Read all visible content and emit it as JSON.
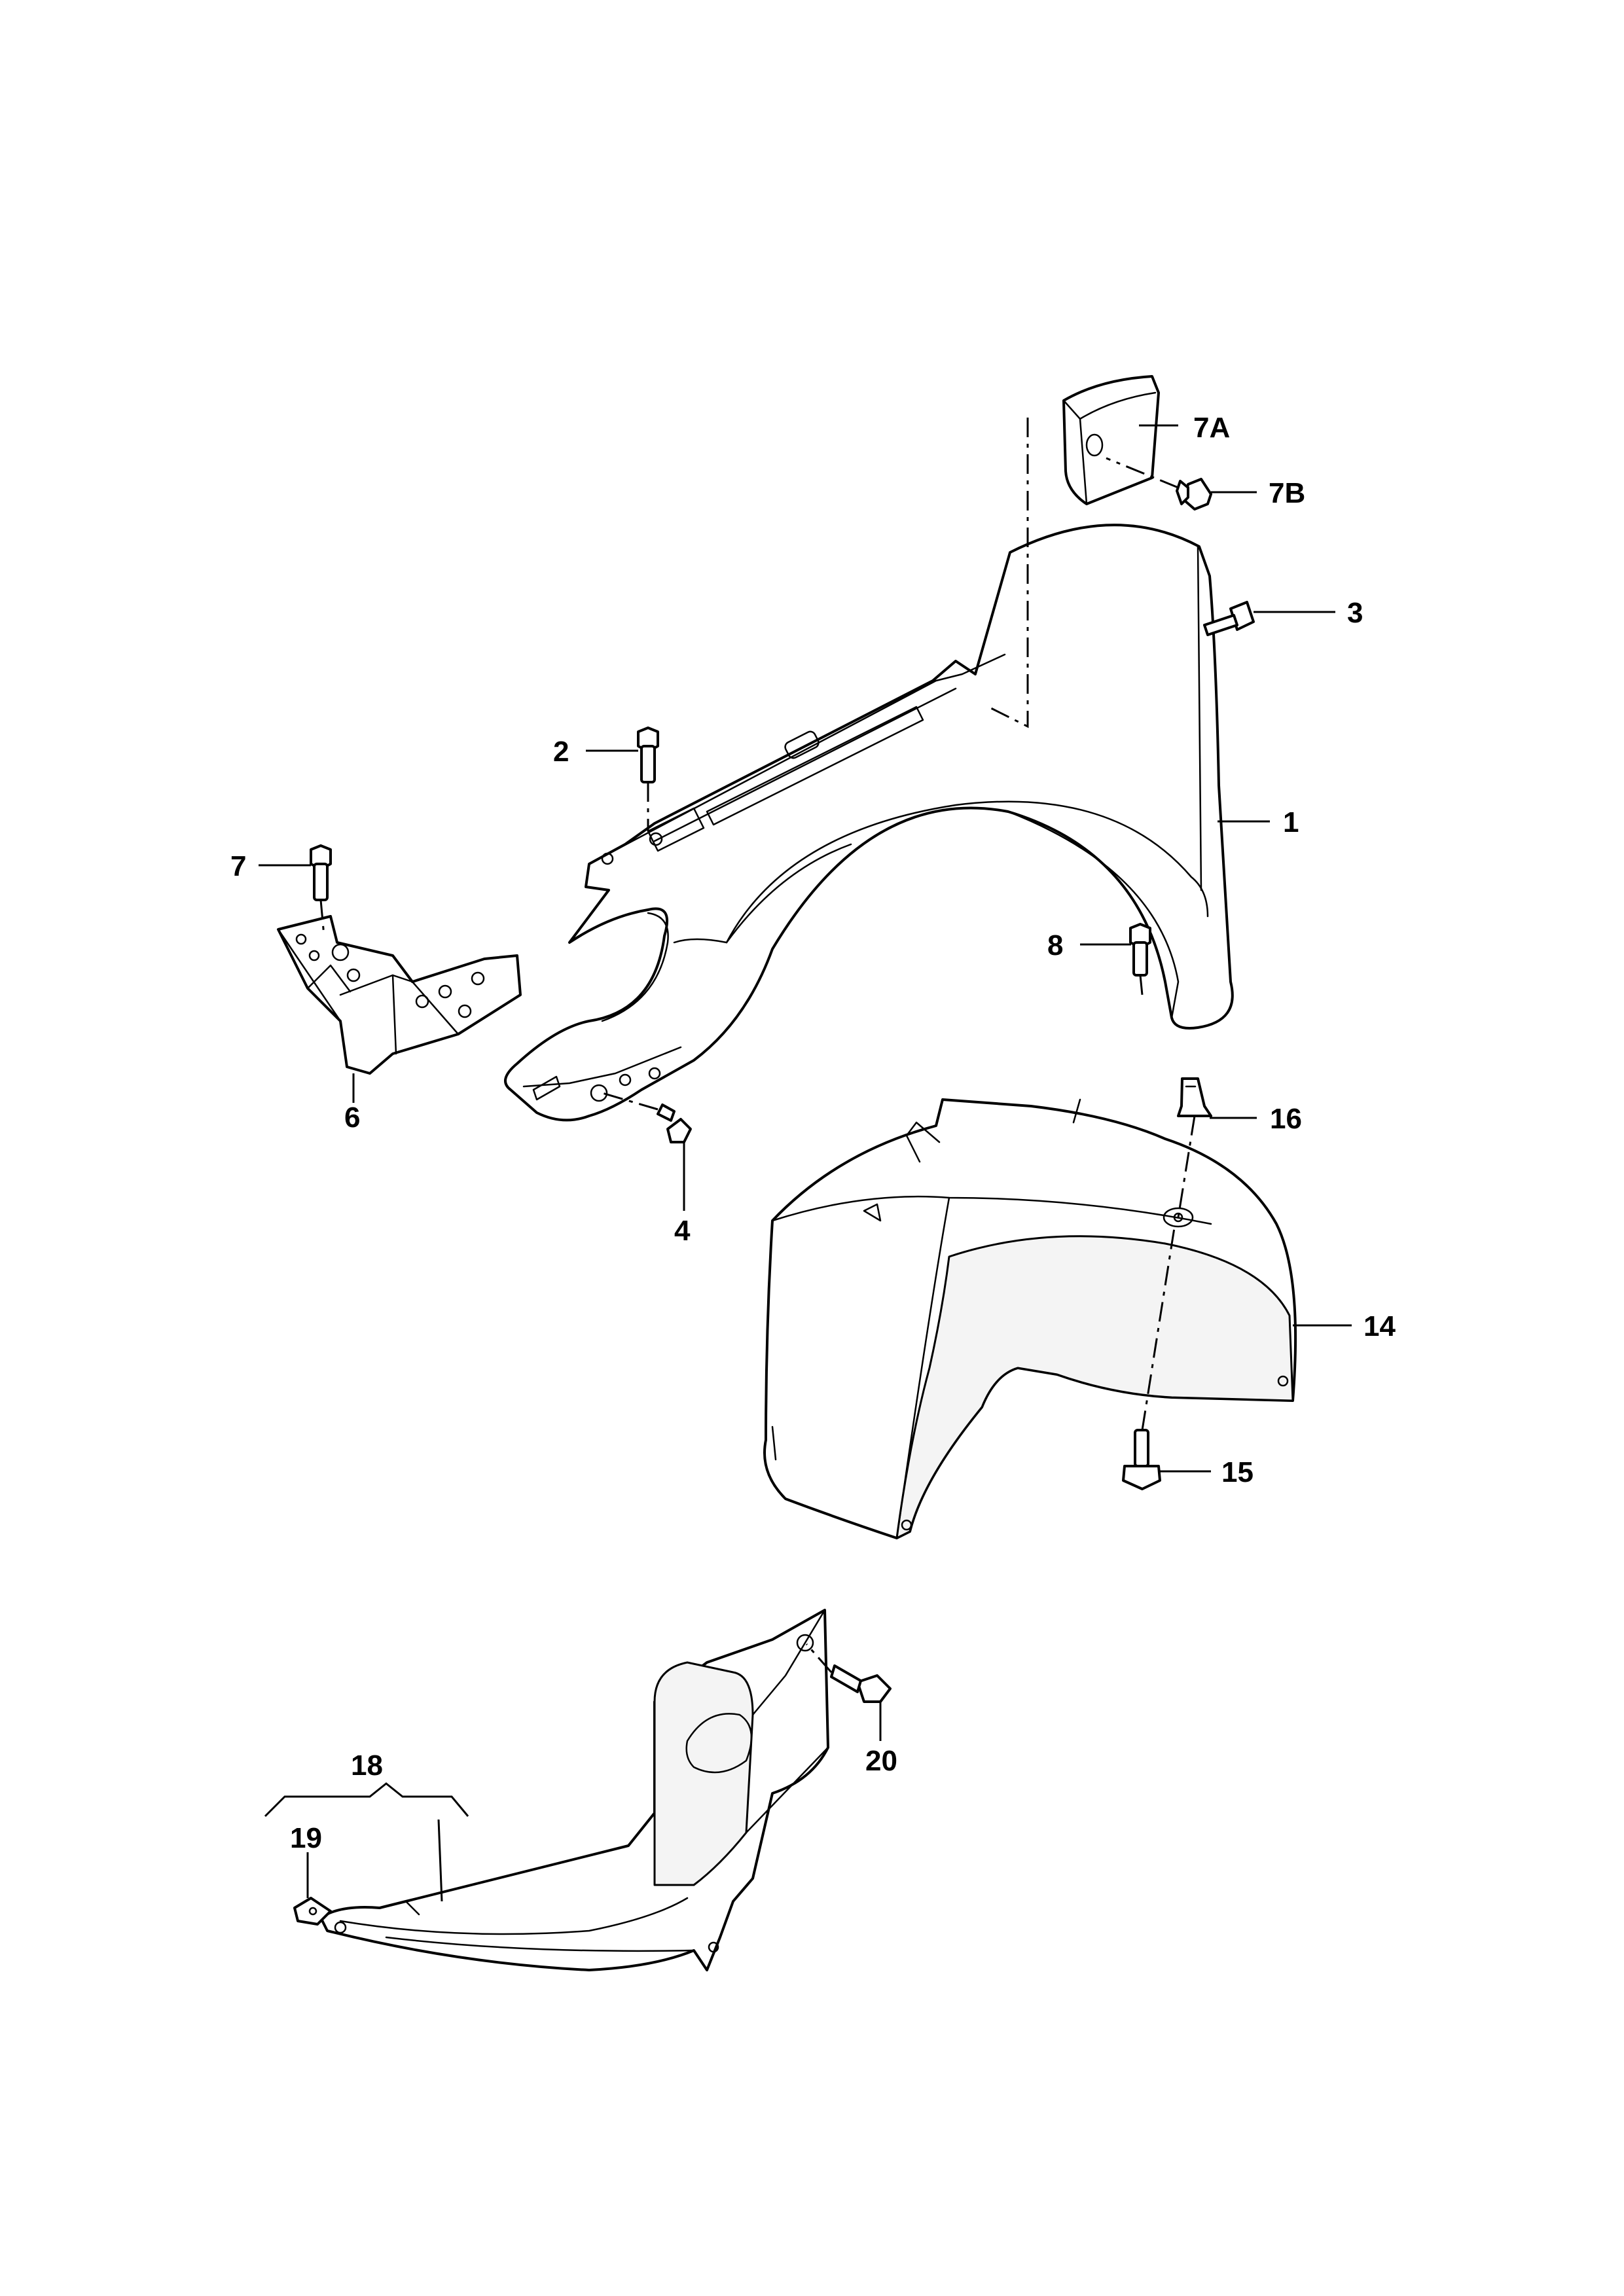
{
  "diagram": {
    "callouts": {
      "c1": "1",
      "c2": "2",
      "c3": "3",
      "c4": "4",
      "c6": "6",
      "c7": "7",
      "c7a": "7A",
      "c7b": "7B",
      "c8": "8",
      "c14": "14",
      "c15": "15",
      "c16": "16",
      "c18": "18",
      "c19": "19",
      "c20": "20"
    }
  }
}
